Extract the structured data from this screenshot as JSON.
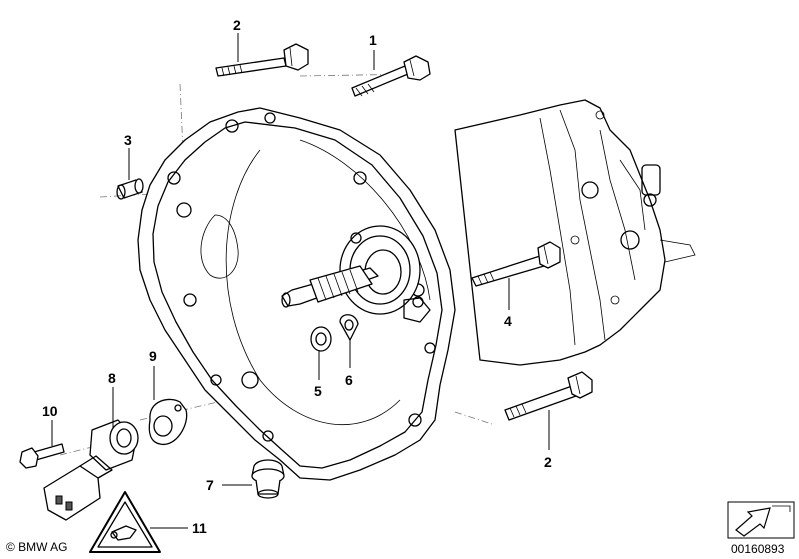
{
  "callouts": [
    {
      "id": "p1",
      "label": "1"
    },
    {
      "id": "p2a",
      "label": "2"
    },
    {
      "id": "p2b",
      "label": "2"
    },
    {
      "id": "p3",
      "label": "3"
    },
    {
      "id": "p4",
      "label": "4"
    },
    {
      "id": "p5",
      "label": "5"
    },
    {
      "id": "p6",
      "label": "6"
    },
    {
      "id": "p7",
      "label": "7"
    },
    {
      "id": "p8",
      "label": "8"
    },
    {
      "id": "p9",
      "label": "9"
    },
    {
      "id": "p10",
      "label": "10"
    },
    {
      "id": "p11",
      "label": "11"
    }
  ],
  "footer": {
    "copyright": "© BMW AG",
    "diagram_number": "00160893"
  },
  "colors": {
    "line": "#000000",
    "background": "#ffffff"
  }
}
